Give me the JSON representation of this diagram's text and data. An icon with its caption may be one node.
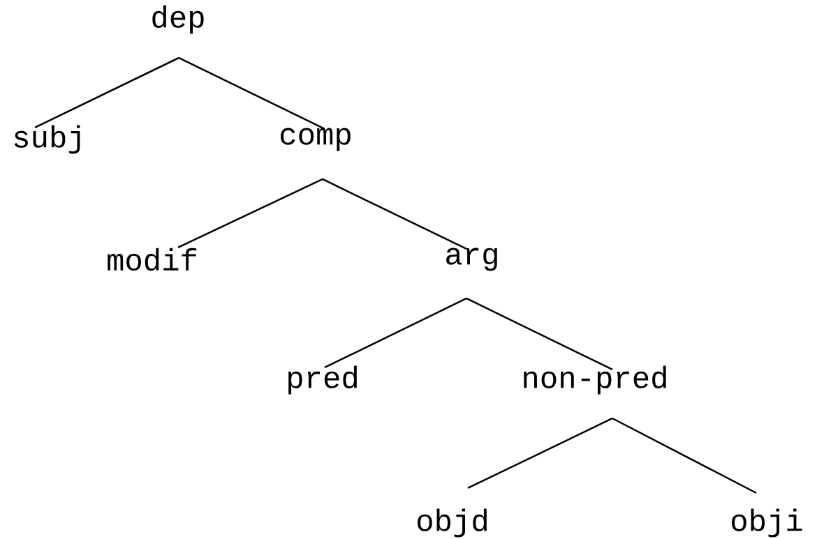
{
  "diagram": {
    "nodes": [
      {
        "text": [
          "dep"
        ]
      },
      {
        "text": [
          "subj"
        ]
      },
      {
        "text": [
          "comp"
        ]
      },
      {
        "text": [
          "modif"
        ]
      },
      {
        "text": [
          "arg"
        ]
      },
      {
        "text": [
          "pred"
        ]
      },
      {
        "text": [
          "non-pred"
        ]
      },
      {
        "text": [
          "objd"
        ]
      },
      {
        "text": [
          "obji"
        ]
      }
    ],
    "edges": [
      {
        "from": 0,
        "to": 1,
        "arrow": "none"
      },
      {
        "from": 0,
        "to": 2,
        "arrow": "none"
      },
      {
        "from": 2,
        "to": 3,
        "arrow": "none"
      },
      {
        "from": 2,
        "to": 4,
        "arrow": "none"
      },
      {
        "from": 4,
        "to": 5,
        "arrow": "none"
      },
      {
        "from": 4,
        "to": 6,
        "arrow": "none"
      },
      {
        "from": 6,
        "to": 7,
        "arrow": "none"
      },
      {
        "from": 6,
        "to": 8,
        "arrow": "none"
      }
    ]
  }
}
